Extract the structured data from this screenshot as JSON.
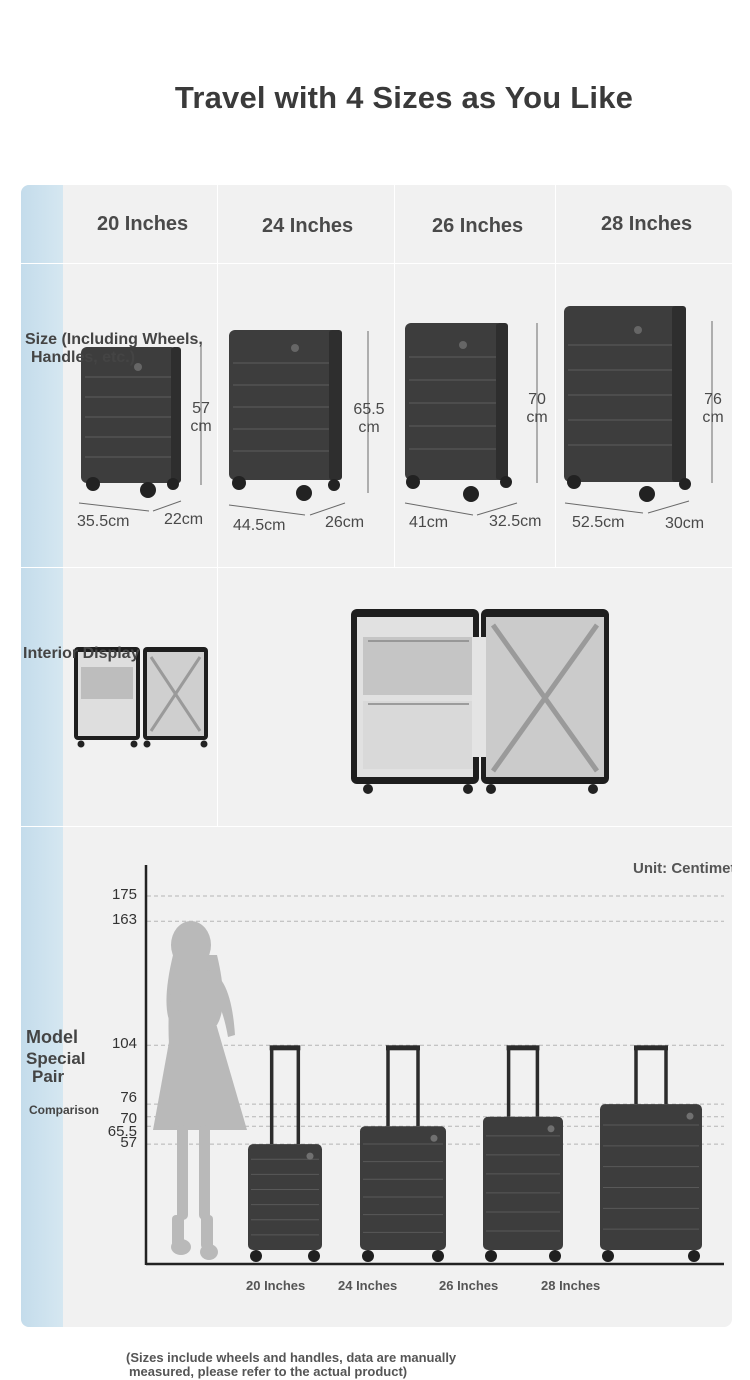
{
  "hero": {
    "title": "Travel with 4 Sizes as You Like"
  },
  "sizes": [
    {
      "label": "20 Inches",
      "height": "57",
      "width": "35.5cm",
      "depth": "22cm"
    },
    {
      "label": "24 Inches",
      "height": "65.5",
      "width": "44.5cm",
      "depth": "26cm"
    },
    {
      "label": "26 Inches",
      "height": "70",
      "width": "41cm",
      "depth": "32.5cm"
    },
    {
      "label": "28 Inches",
      "height": "76",
      "width": "52.5cm",
      "depth": "30cm"
    }
  ],
  "height_unit": "cm",
  "rows": {
    "size_label_line1": "Size (Including Wheels,",
    "size_label_line2": "Handles, etc.)",
    "interior_label": "Interior Display"
  },
  "comparison": {
    "label_line1": "Model",
    "label_line2": "Special",
    "label_line3": "Pair",
    "label_line4": "Comparison",
    "unit": "Unit: Centimeter"
  },
  "colors": {
    "suitcase": "#3d3d3d",
    "strip": "#c9dfec",
    "panel": "#f1f1f1",
    "silhouette": "#b9b9b9"
  },
  "chart_data": {
    "type": "bar",
    "categories": [
      "20 Inches",
      "24 Inches",
      "26 Inches",
      "28 Inches"
    ],
    "values": [
      57,
      65.5,
      70,
      76
    ],
    "reference_lines": [
      175,
      163,
      104,
      76,
      70,
      65.5,
      57
    ],
    "ytick_labels": [
      "175",
      "163",
      "104",
      "76",
      "70",
      "65.5",
      "57"
    ],
    "ylim": [
      0,
      175
    ]
  },
  "footnote": {
    "line1": "(Sizes include wheels and handles, data are manually",
    "line2": "measured, please refer to the actual product)"
  }
}
